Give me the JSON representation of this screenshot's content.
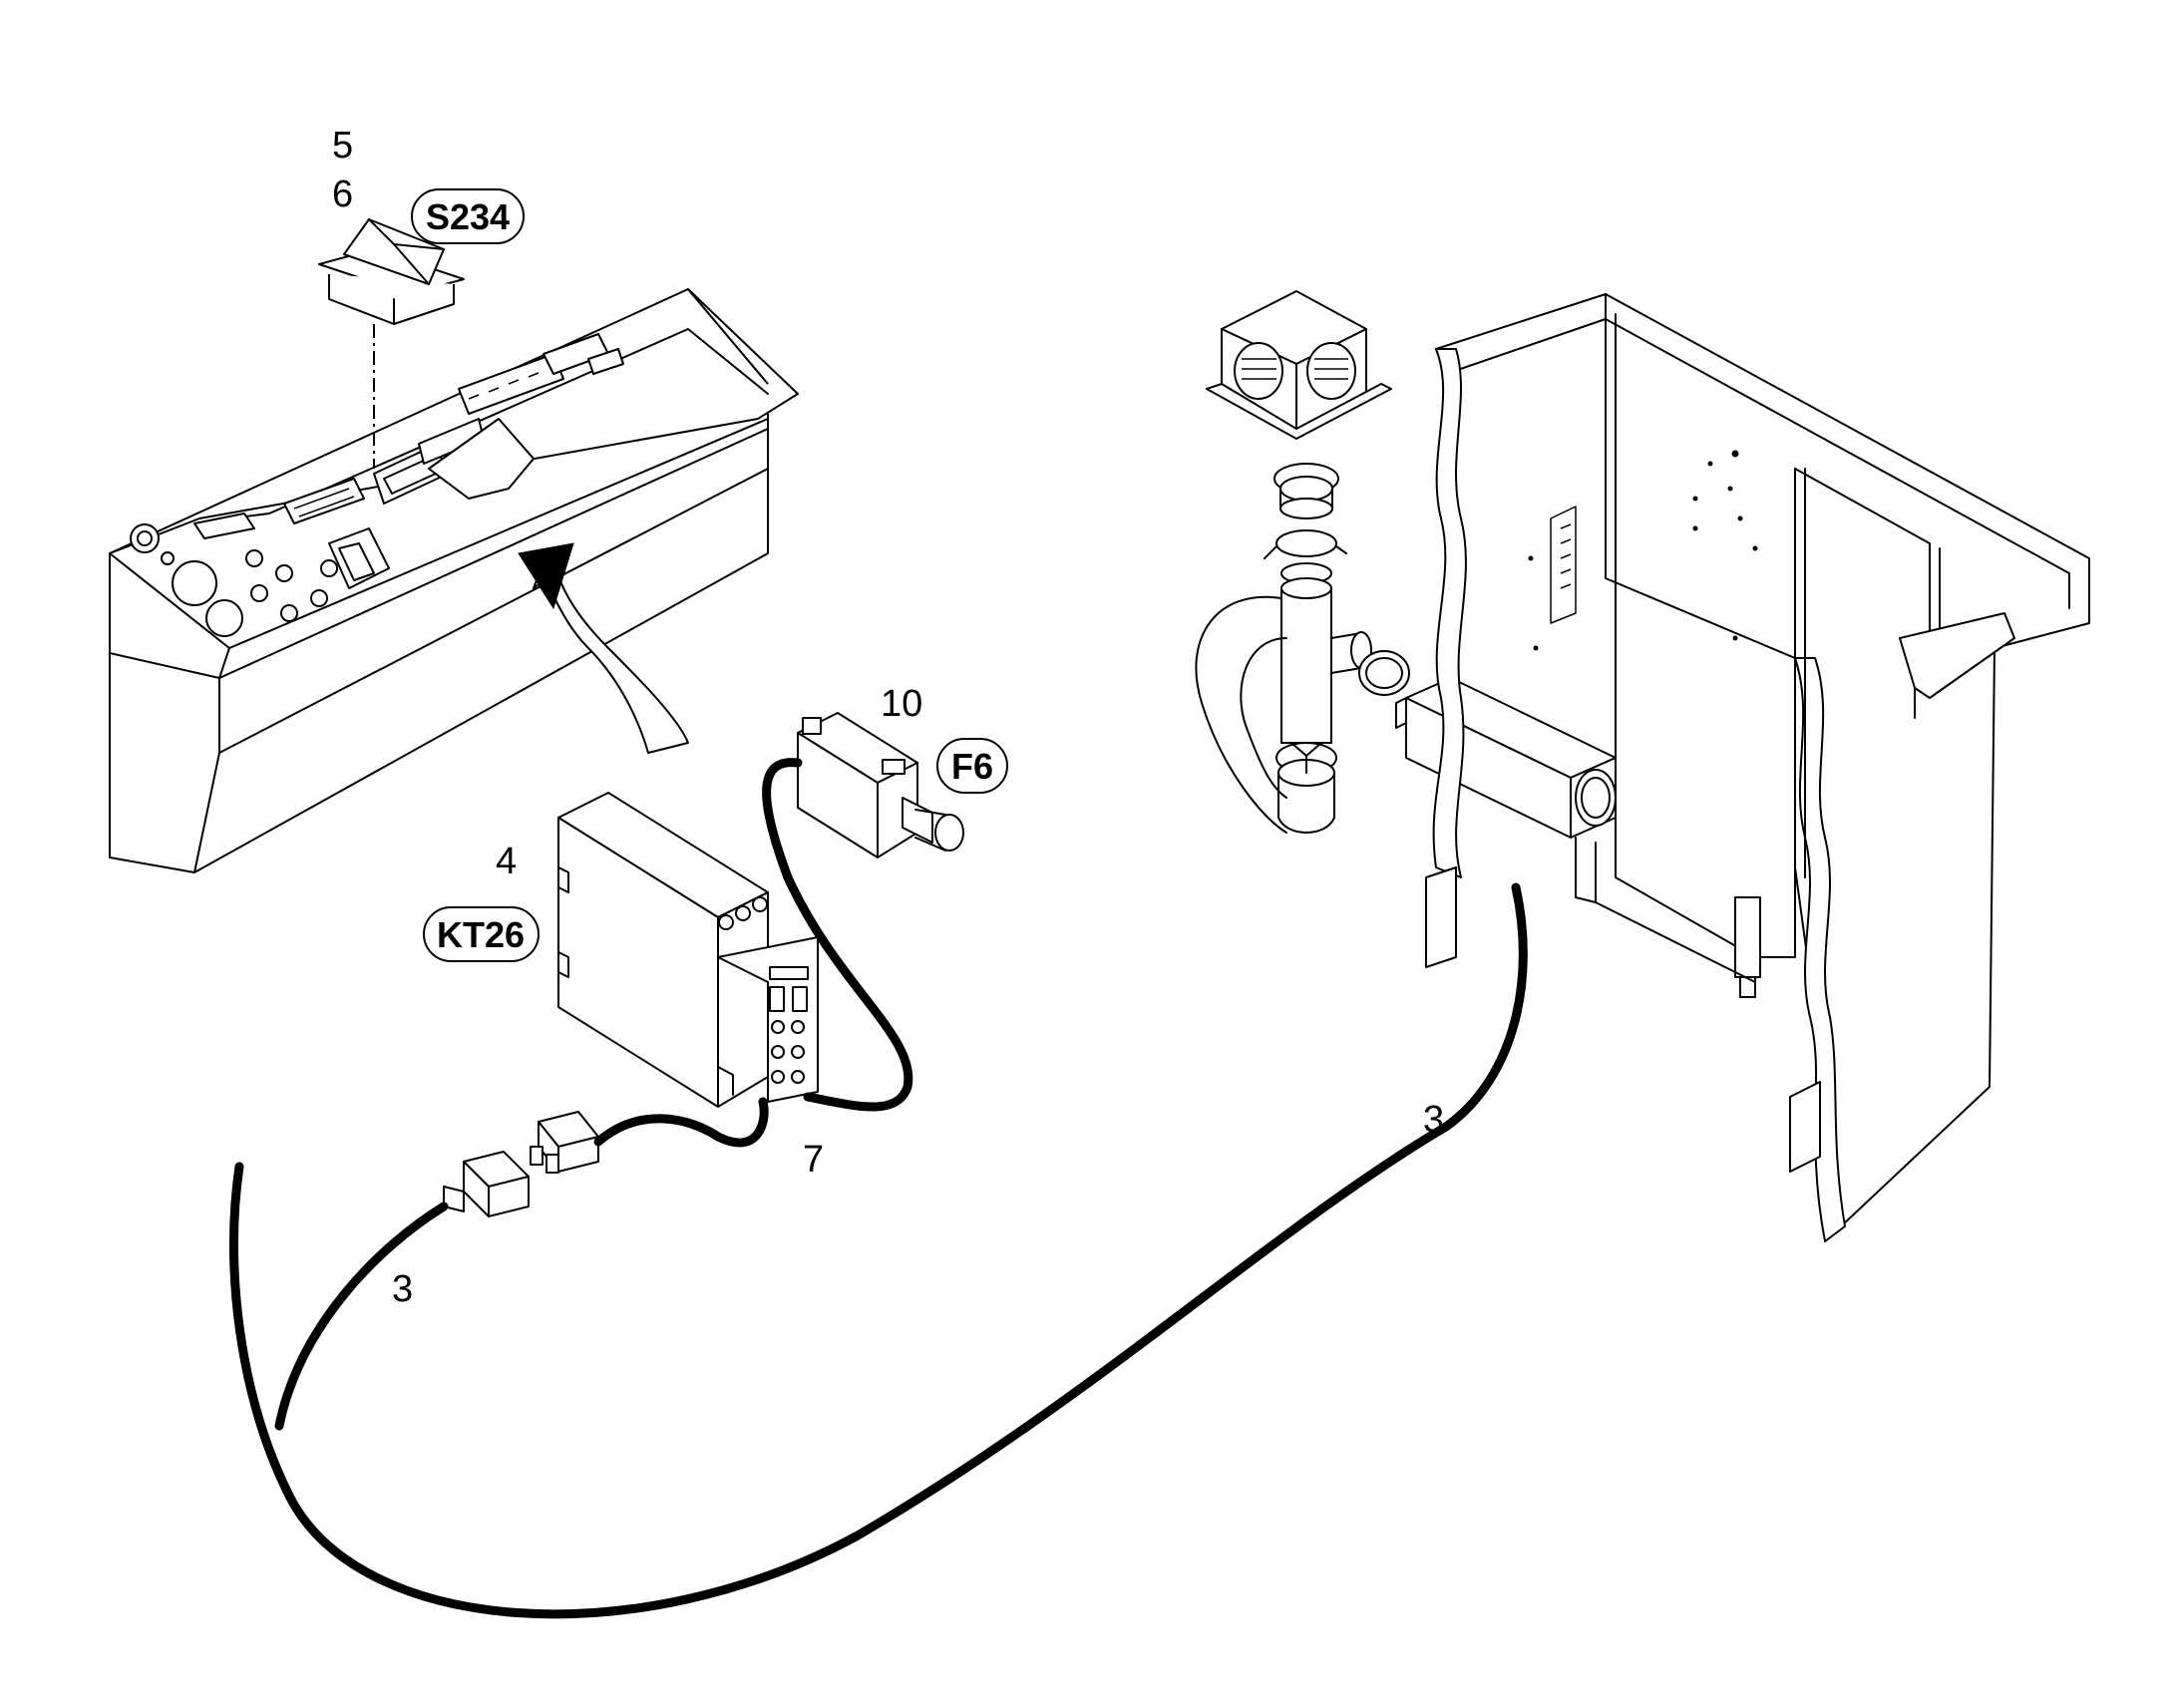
{
  "callouts": {
    "c5": "5",
    "c6": "6",
    "c4": "4",
    "c10": "10",
    "c7": "7",
    "c3_left": "3",
    "c3_right": "3"
  },
  "tags": {
    "switch": "S234",
    "relay": "KT26",
    "fuse": "F6"
  },
  "parts": {
    "console": "dashboard-console-icon",
    "switch": "rocker-switch-icon",
    "relay": "timer-relay-icon",
    "fuse": "fuse-holder-icon",
    "connector": "cable-connector-icon",
    "fan": "ventilation-fan-icon",
    "duct": "duct-hose-icon",
    "cabin": "cabin-frame-icon"
  },
  "colors": {
    "line": "#000000",
    "background": "#ffffff"
  }
}
